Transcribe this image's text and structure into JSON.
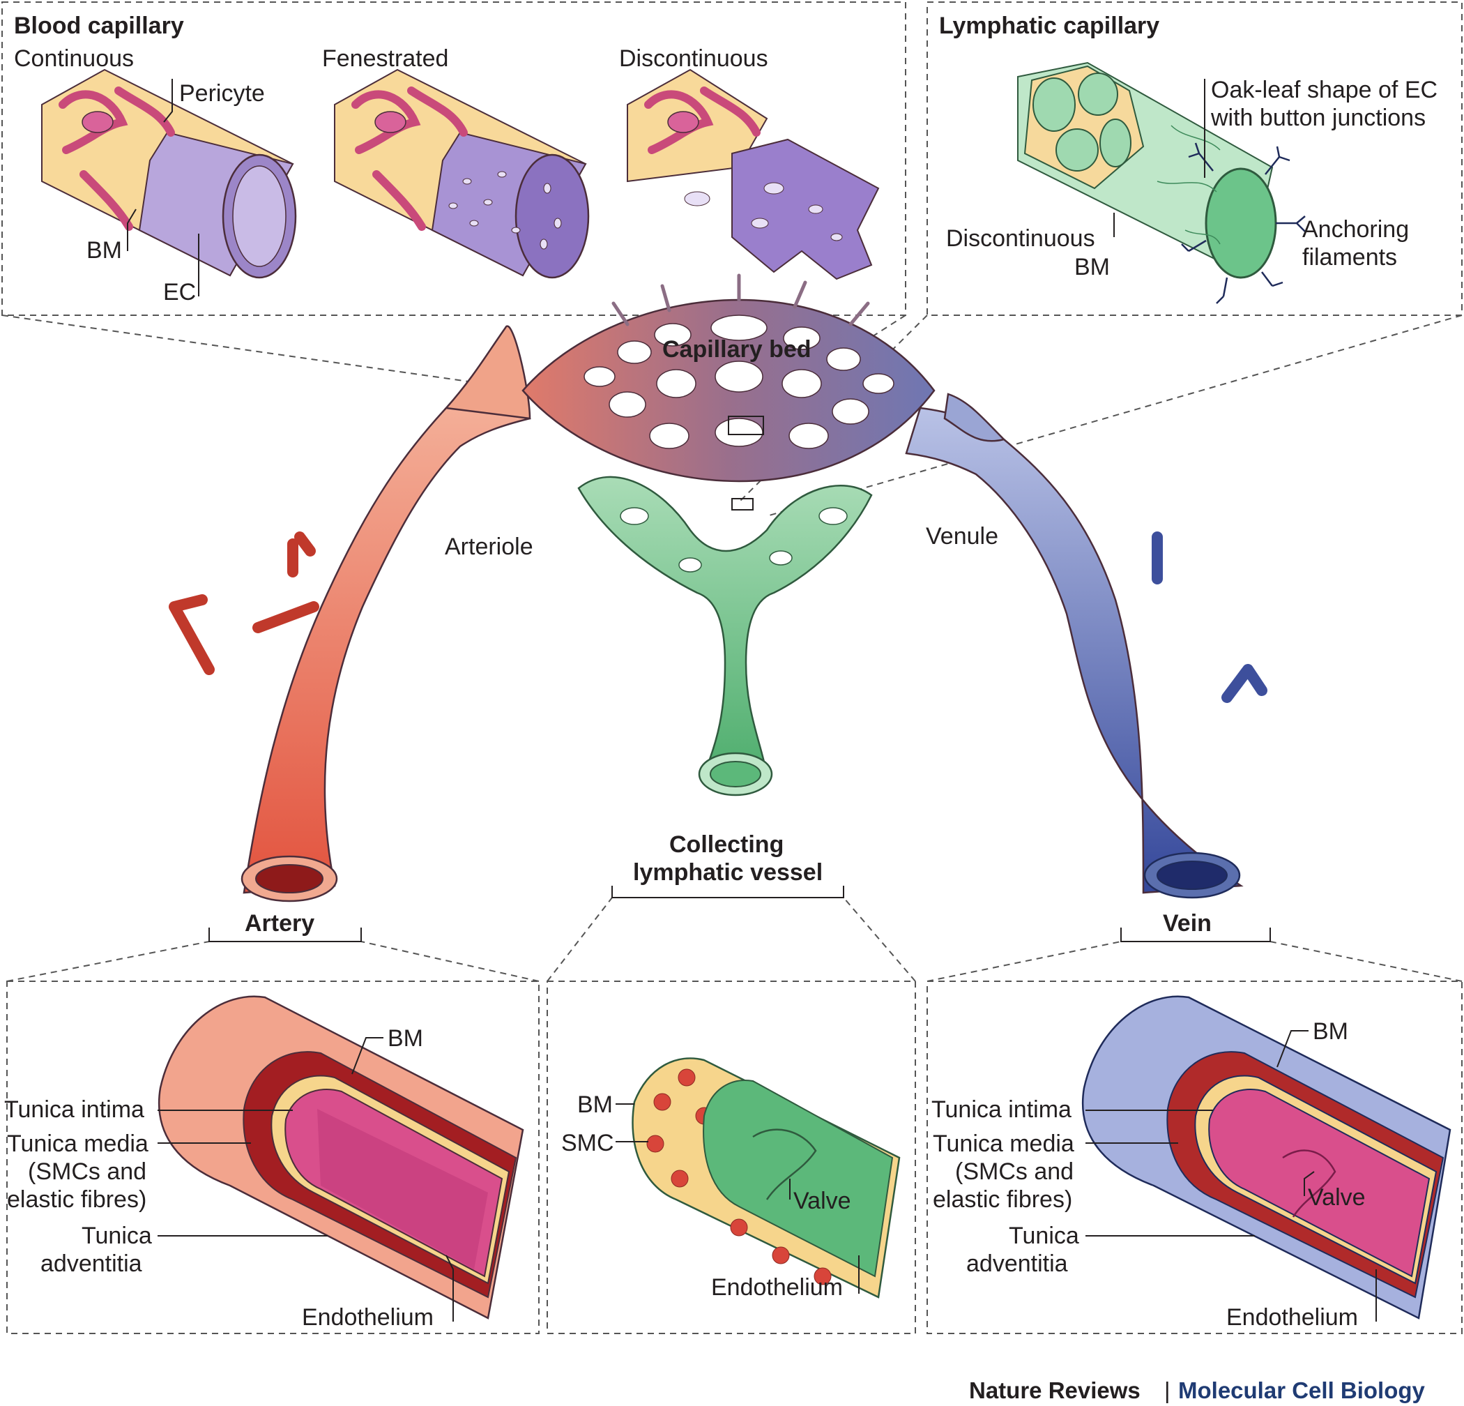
{
  "panels": {
    "blood_capillary": {
      "title": "Blood capillary",
      "types": [
        "Continuous",
        "Fenestrated",
        "Discontinuous"
      ],
      "labels": {
        "pericyte": "Pericyte",
        "bm": "BM",
        "ec": "EC"
      }
    },
    "lymphatic_capillary": {
      "title": "Lymphatic capillary",
      "oak_leaf_line1": "Oak-leaf shape of EC",
      "oak_leaf_line2": "with button junctions",
      "disc_bm_line1": "Discontinuous",
      "disc_bm_line2": "BM",
      "anchoring_line1": "Anchoring",
      "anchoring_line2": "filaments"
    },
    "artery_section": {
      "bm": "BM",
      "tunica_intima": "Tunica intima",
      "tunica_media_line1": "Tunica media",
      "tunica_media_line2": "(SMCs and",
      "tunica_media_line3": "elastic fibres)",
      "tunica_adventitia_line1": "Tunica",
      "tunica_adventitia_line2": "adventitia",
      "endothelium": "Endothelium"
    },
    "lymphatic_section": {
      "bm": "BM",
      "smc": "SMC",
      "valve": "Valve",
      "endothelium": "Endothelium"
    },
    "vein_section": {
      "bm": "BM",
      "tunica_intima": "Tunica intima",
      "tunica_media_line1": "Tunica media",
      "tunica_media_line2": "(SMCs and",
      "tunica_media_line3": "elastic fibres)",
      "tunica_adventitia_line1": "Tunica",
      "tunica_adventitia_line2": "adventitia",
      "valve": "Valve",
      "endothelium": "Endothelium"
    }
  },
  "network": {
    "capillary_bed": "Capillary bed",
    "arteriole": "Arteriole",
    "venule": "Venule",
    "artery": "Artery",
    "vein": "Vein",
    "collecting_line1": "Collecting",
    "collecting_line2": "lymphatic vessel"
  },
  "credit": {
    "journal": "Nature Reviews",
    "separator": "|",
    "subtitle": "Molecular Cell Biology"
  },
  "colors": {
    "artery": "#e8755a",
    "artery_dark": "#c0392b",
    "vein": "#5b6fae",
    "vein_dark": "#2e3f8f",
    "lymph": "#5cb87a",
    "capillary_purple": "#9b86c4",
    "pericyte_pink": "#c94a7a",
    "bm_yellow": "#f7d58c",
    "intima_pink": "#d94f8c",
    "credit_blue": "#1f3b73"
  }
}
